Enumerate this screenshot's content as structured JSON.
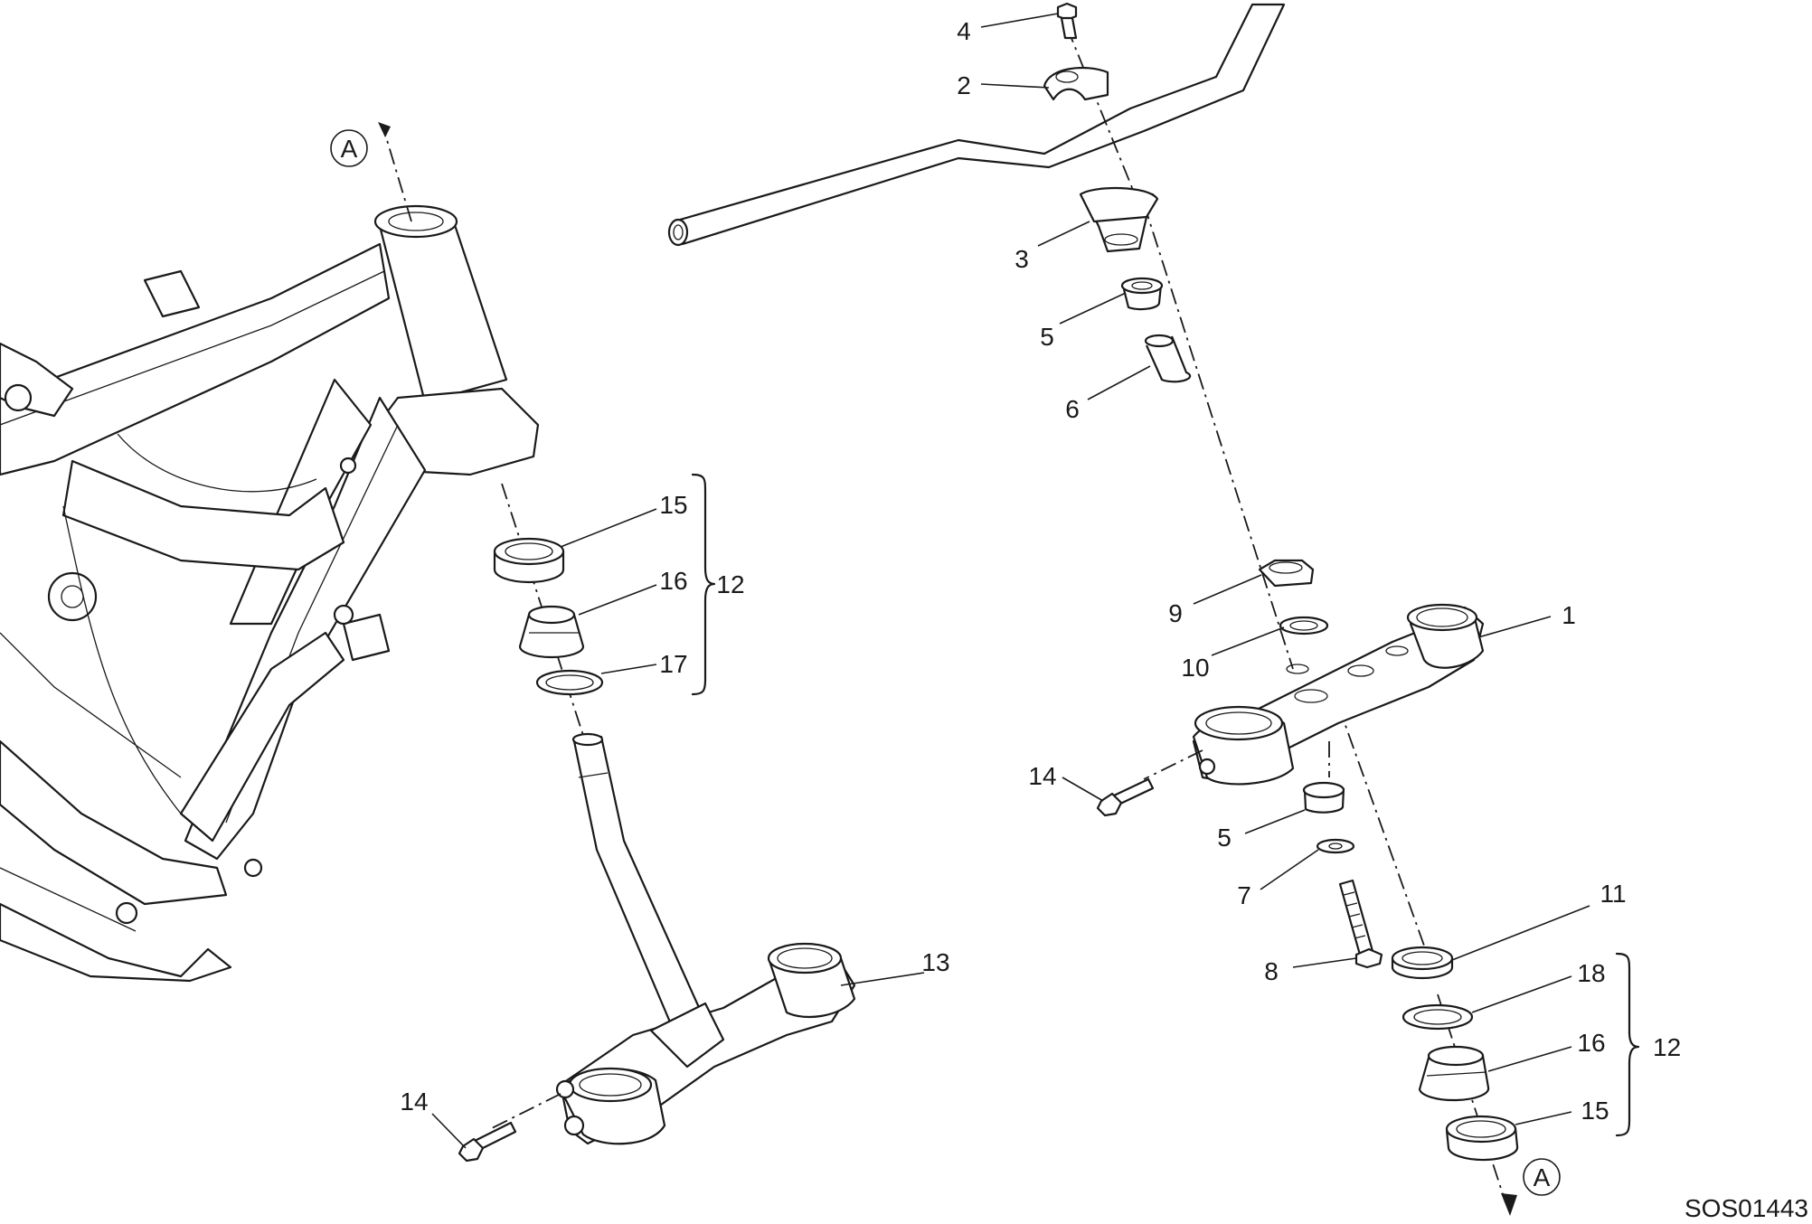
{
  "diagram": {
    "reference_code": "SOS01443",
    "callouts": {
      "c1": "1",
      "c2": "2",
      "c3": "3",
      "c4": "4",
      "c5a": "5",
      "c5b": "5",
      "c6": "6",
      "c7": "7",
      "c8": "8",
      "c9": "9",
      "c10": "10",
      "c11": "11",
      "c12a": "12",
      "c12b": "12",
      "c13": "13",
      "c14a": "14",
      "c14b": "14",
      "c15a": "15",
      "c15b": "15",
      "c16a": "16",
      "c16b": "16",
      "c17": "17",
      "c18": "18"
    },
    "connector_marks": {
      "top": "A",
      "bottom": "A"
    }
  }
}
